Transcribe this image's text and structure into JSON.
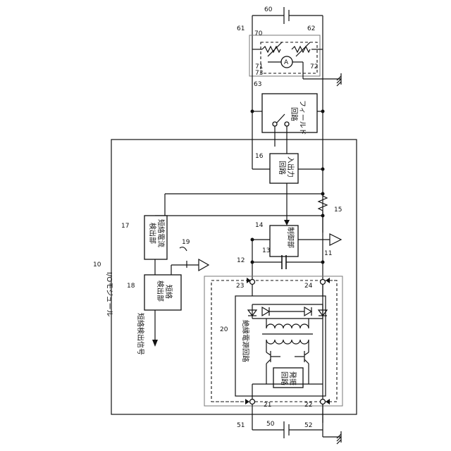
{
  "labels": {
    "module_title": "I/Oモジュール",
    "n10": "10",
    "isolated_power": "絶縁電源回路",
    "n20": "20",
    "oscillator_line1": "発振",
    "oscillator_line2": "回路",
    "control": "制御部",
    "n14": "14",
    "io_line1": "入出力",
    "io_line2": "回路",
    "n16": "16",
    "field_line1": "フィールド",
    "field_line2": "回路",
    "n63": "63",
    "sc_current_line1": "短絡電流",
    "sc_current_line2": "検出部",
    "n17": "17",
    "sc_detect_line1": "短絡",
    "sc_detect_line2": "検出部",
    "n18": "18",
    "sc_signal": "短絡検出信号",
    "n11": "11",
    "n12": "12",
    "n13": "13",
    "n15": "15",
    "n19": "19",
    "n21": "21",
    "n22": "22",
    "n23": "23",
    "n24": "24",
    "n50": "50",
    "n51": "51",
    "n52": "52",
    "n60": "60",
    "n61": "61",
    "n62": "62",
    "n70": "70",
    "n71": "71",
    "n72": "72",
    "n73": "73",
    "ammeter": "A"
  }
}
